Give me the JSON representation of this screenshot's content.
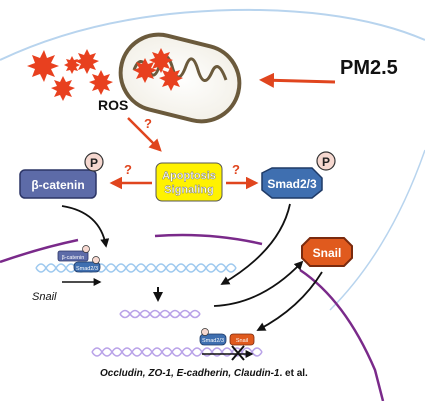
{
  "labels": {
    "pm25": "PM2.5",
    "ros": "ROS",
    "apoptosis_line1": "Apoptosis",
    "apoptosis_line2": "Signaling",
    "beta_catenin": "β-catenin",
    "smad": "Smad2/3",
    "snail_box": "Snail",
    "snail_gene": "Snail",
    "phospho": "P",
    "question": "?",
    "mini_beta_catenin": "β-catenin",
    "mini_smad_top": "Smad2/3",
    "mini_smad_bottom": "Smad2/3",
    "mini_snail": "Snail",
    "target_genes": "Occludin, ZO-1, E-cadherin, Claudin-1",
    "target_genes_suffix": ". et al."
  },
  "colors": {
    "arrow_red": "#e0451e",
    "ros_red": "#e8401f",
    "membrane": "#b8d4ee",
    "nucleus": "#7a2a8a",
    "beta_catenin_fill": "#5d6ba8",
    "smad_fill": "#3f6fb0",
    "snail_fill": "#e05a1e",
    "apoptosis_fill": "#fff200",
    "dna_blue": "#9ec9ef",
    "dna_purple": "#b9a2e8"
  }
}
